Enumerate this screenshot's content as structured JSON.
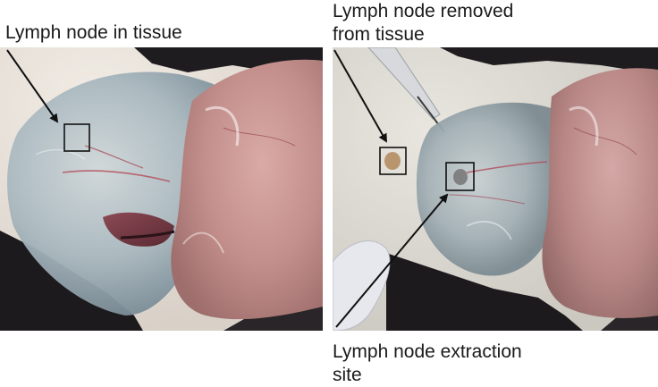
{
  "figure": {
    "left_panel": {
      "label_lines": [
        "Lymph node in tissue"
      ]
    },
    "right_panel": {
      "top_label_lines": [
        "Lymph node removed",
        "from tissue"
      ],
      "bottom_label_lines": [
        "Lymph node extraction",
        "site"
      ]
    },
    "colors": {
      "background_pad": "#ece6df",
      "fur": "#1c1a1d",
      "skin_flap": "#c08c88",
      "tissue": "#b8c3c8",
      "annotation": "#111111"
    }
  }
}
